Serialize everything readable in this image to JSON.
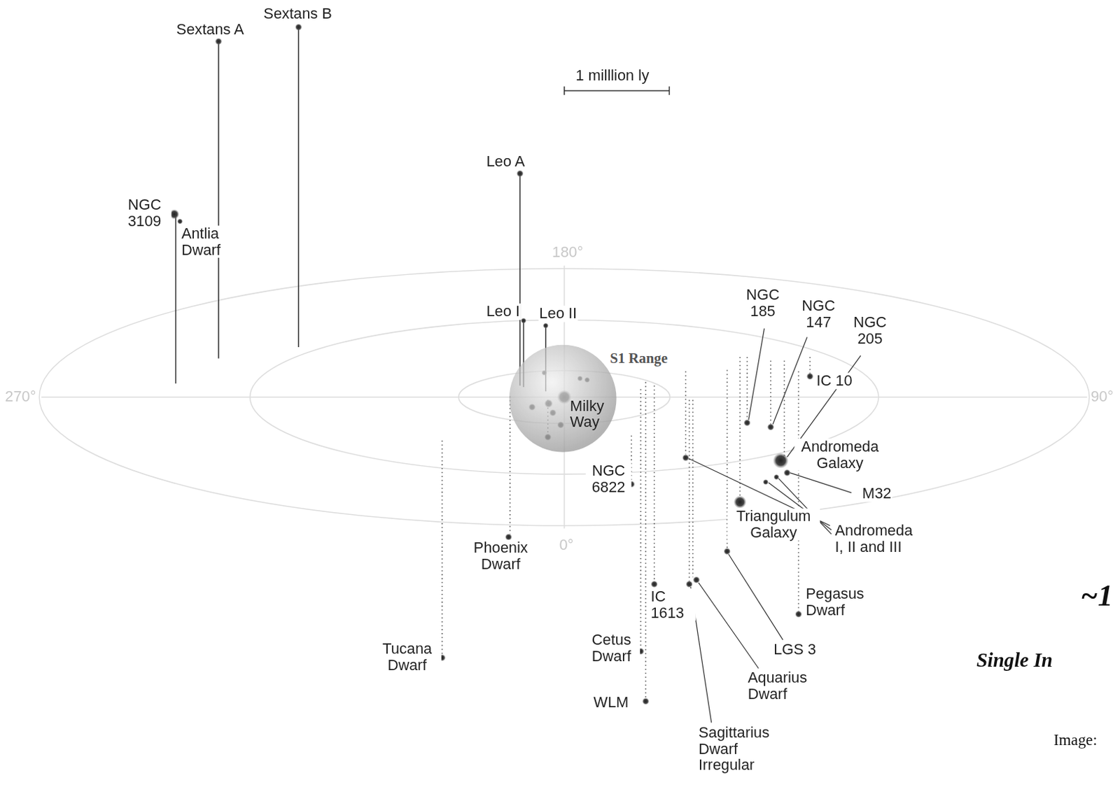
{
  "diagram": {
    "nodes": [
      {
        "text": [
          "S1 Range",
          "Milky Way"
        ]
      }
    ],
    "labels": [
      "Sextans A",
      "Sextans B",
      "1 milllion ly",
      "Leo A",
      "NGC 3109",
      "Antlia Dwarf",
      "180°",
      "Leo I",
      "Leo II",
      "NGC 185",
      "NGC 147",
      "NGC 205",
      "IC 10",
      "270°",
      "90°",
      "Andromeda Galaxy",
      "M32",
      "Triangulum Galaxy",
      "Andromeda I, II and III",
      "NGC 6822",
      "Phoenix Dwarf",
      "0°",
      "IC 1613",
      "Pegasus Dwarf",
      "Tucana Dwarf",
      "Cetus Dwarf",
      "WLM",
      "LGS 3",
      "Aquarius Dwarf",
      "Sagittarius Dwarf Irregular",
      "~1",
      "Single In",
      "Image:"
    ]
  }
}
